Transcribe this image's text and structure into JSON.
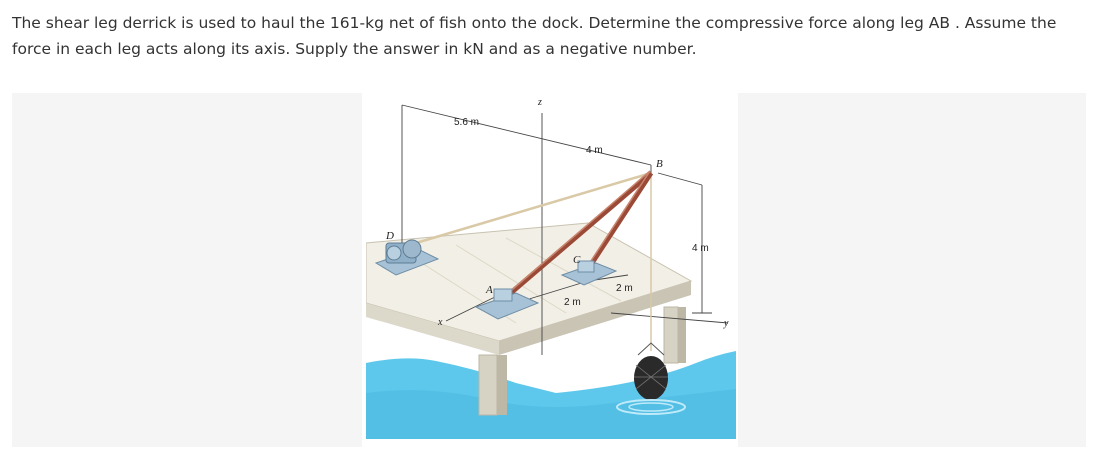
{
  "question": {
    "text": "The shear leg derrick is used to haul the 161-kg net of fish onto the dock. Determine the compressive force along leg AB . Assume the force in each leg acts along its axis. Supply the answer in kN and as a negative number."
  },
  "figure": {
    "dimensions": {
      "d_56": "5.6 m",
      "d_4_top": "4 m",
      "d_4_side": "4 m",
      "d_2_front": "2 m",
      "d_2_back": "2 m"
    },
    "points": {
      "A": "A",
      "B": "B",
      "C": "C",
      "D": "D"
    },
    "axes": {
      "x": "x",
      "y": "y",
      "z": "z"
    },
    "colors": {
      "water": "#5ec8ec",
      "dock_top": "#efece2",
      "dock_side": "#d8d4c6",
      "legs": "#9a4a36",
      "cable": "#d9c9a6",
      "mount": "#a7c2d6"
    }
  }
}
